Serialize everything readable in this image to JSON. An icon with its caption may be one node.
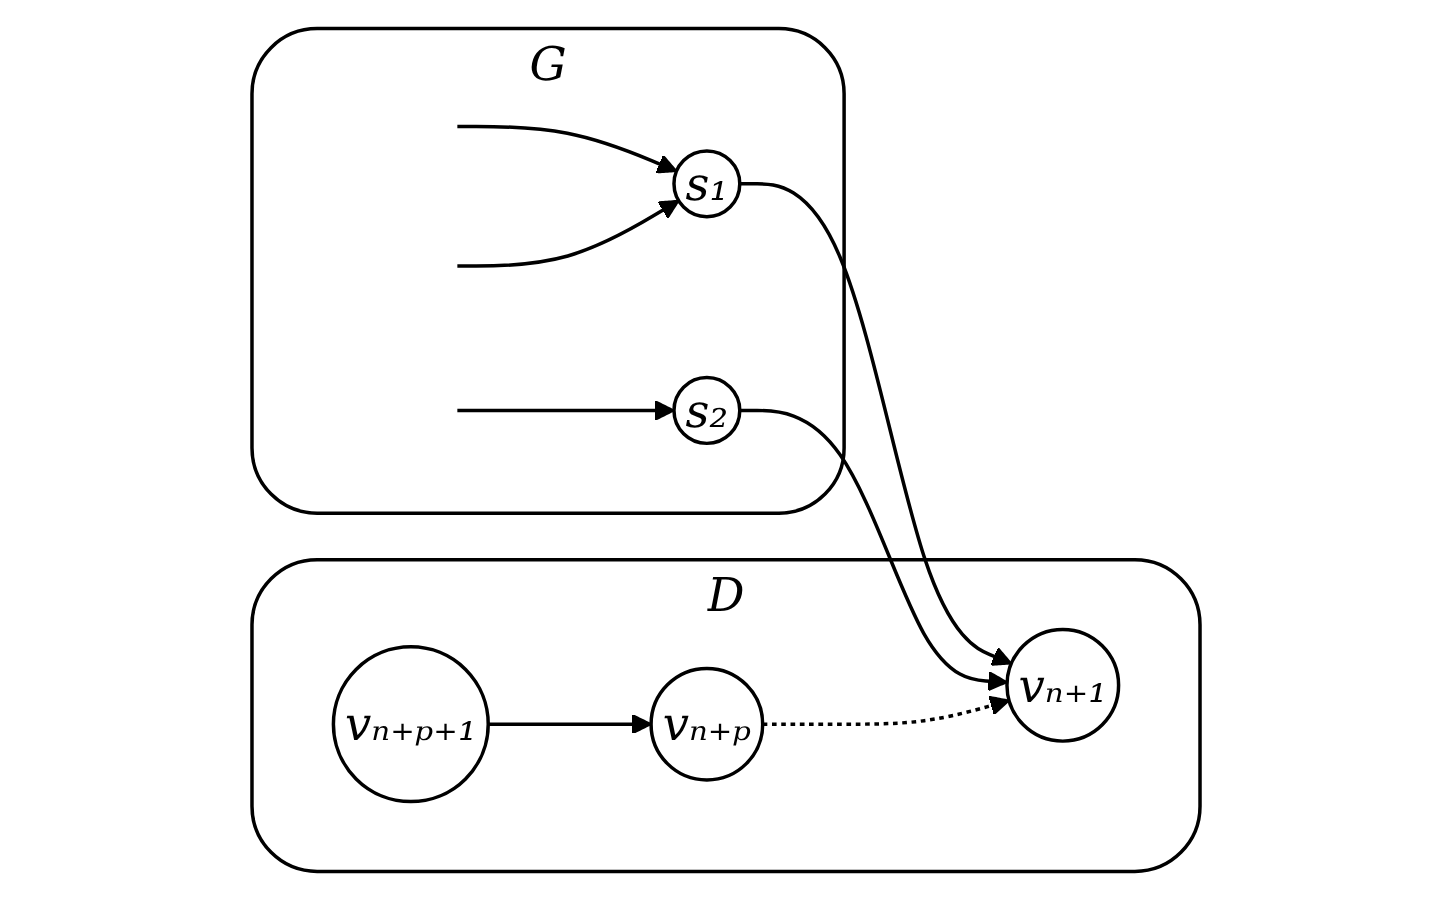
{
  "diagram": {
    "nodes": [
      {
        "text": [
          "G"
        ]
      },
      {
        "text": [
          "s₁"
        ],
        "in": 0
      },
      {
        "text": [
          "s₂"
        ],
        "in": 0
      },
      {
        "text": [
          "D"
        ]
      },
      {
        "text": [
          "vₙ₊ₚ₊₁"
        ],
        "in": 3
      },
      {
        "text": [
          "vₙ₊ₚ"
        ],
        "in": 3
      },
      {
        "text": [
          "vₙ₊₁"
        ],
        "in": 3
      }
    ],
    "edges": [
      {
        "from": null,
        "to": 1,
        "arrow": "to"
      },
      {
        "from": null,
        "to": 1,
        "arrow": "to"
      },
      {
        "from": null,
        "to": 2,
        "arrow": "to"
      },
      {
        "from": 1,
        "to": 6,
        "arrow": "to"
      },
      {
        "from": 2,
        "to": 6,
        "arrow": "to"
      },
      {
        "from": 4,
        "to": 5,
        "arrow": "to"
      },
      {
        "from": 5,
        "to": 6,
        "arrow": "to",
        "style": "dashed"
      }
    ]
  }
}
